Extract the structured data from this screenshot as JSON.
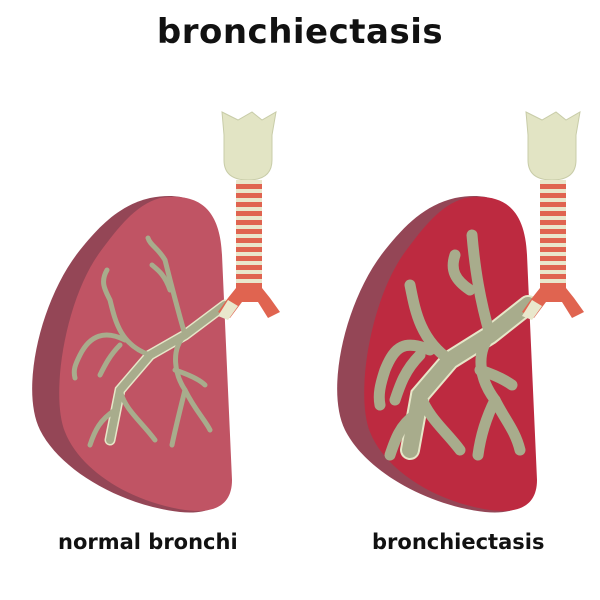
{
  "title": "bronchiectasis",
  "panels": [
    {
      "label": "normal bronchi",
      "lung_color": "#c05464",
      "lung_shadow": "#944656"
    },
    {
      "label": "bronchiectasis",
      "lung_color": "#bd2a40",
      "lung_shadow": "#944656"
    }
  ],
  "colors": {
    "airway": "#a8ac8c",
    "airway_outline": "#e6e6c8",
    "trachea_ring": "#e06450",
    "trachea_band": "#e9e7cc"
  }
}
